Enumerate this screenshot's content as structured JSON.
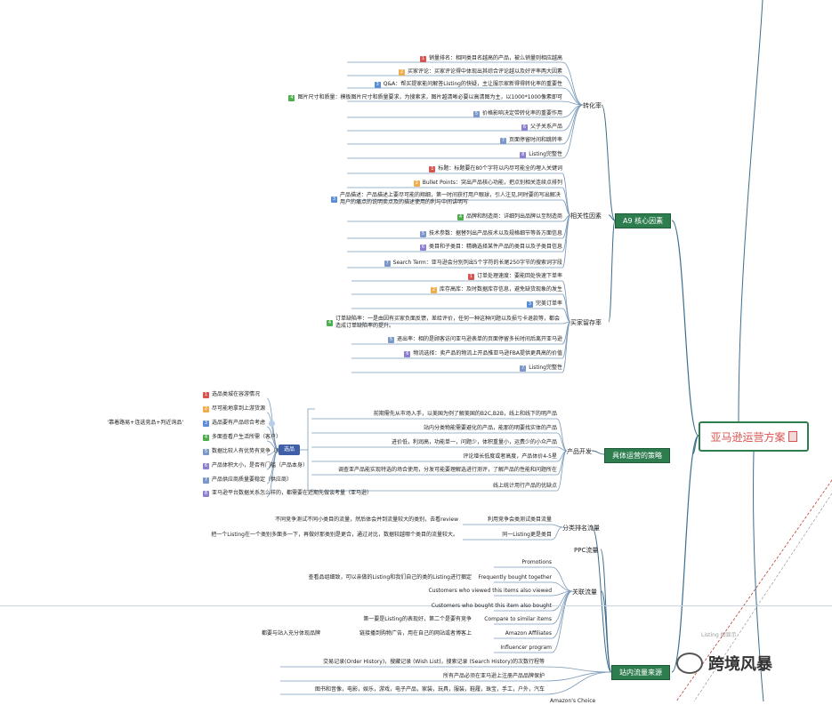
{
  "root": {
    "title": "亚马逊运营方案"
  },
  "branches": {
    "a9": "A9 核心因素",
    "specific": "具体运营的策略",
    "traffic": "站内流量来源"
  },
  "categories": {
    "conversion": "转化率",
    "relevance": "相关性因素",
    "retention": "买家留存率",
    "product_dev": "产品开发",
    "cat_traffic": "分类排名流量",
    "ppc": "PPC流量",
    "related": "关联流量"
  },
  "conversion": [
    {
      "badge": "1",
      "text": "销量排名：相同类目名越高的产品，被么销量则相应越高"
    },
    {
      "badge": "2",
      "text": "买家评论：买家评论得中体现出其综合评论越以及好评率两大因素"
    },
    {
      "badge": "3",
      "text": "Q&A：帮买提家能问解答Listing的快疑，主让服示家新得得转化率的重要性"
    },
    {
      "badge": "4",
      "text": "图片尺寸和质量：模板图片尺寸和质量要求，为搜索求，图片越清晰必要以高清图为主，以1000*1000像素即可"
    },
    {
      "badge": "5",
      "text": "价格影响决定带转化率的重要作用"
    },
    {
      "badge": "6",
      "text": "父子关系产品"
    },
    {
      "badge": "7",
      "text": "页面停留时间和跳转率"
    },
    {
      "badge": "8",
      "text": "Listing完整性"
    }
  ],
  "relevance": [
    {
      "badge": "1",
      "text": "标题：标题要在80个字符以内尽可能全的埋入关键词"
    },
    {
      "badge": "2",
      "text": "Bullet Points：突出产品核心功能，把点别相关连续点排列"
    },
    {
      "badge": "3",
      "text": "产品描述：产品描述上要尽可能的翔细，第一时间获打用户眼球，引人注见,同时要的写出解决用户的痛点的说明卖点及的描述使用的利与中间讲明写"
    },
    {
      "badge": "4",
      "text": "品牌和制造商：详细列出品牌以至制造商"
    },
    {
      "badge": "5",
      "text": "技术参数：据替列出产品技术以及规格细节等各方面信息"
    },
    {
      "badge": "6",
      "text": "类目和子类目：精确选择某件产品的类目以及子类目信息"
    },
    {
      "badge": "7",
      "text": "Search Term：亚马逊会分别列出5个字符的长尾250字节的搜索词字段"
    }
  ],
  "retention": [
    {
      "badge": "1",
      "text": "订单处理速度：要能回处快速下单率"
    },
    {
      "badge": "2",
      "text": "库存高库：及时数据库存信息，避免缺货现象的发生"
    },
    {
      "badge": "3",
      "text": "完美订单率"
    },
    {
      "badge": "4",
      "text": "订单缺陷率：一是由因有买家负面反馈，差给评价，任何一种这种问题以及损亏卡退款等，都会造成订单缺陷率的提升。"
    },
    {
      "badge": "5",
      "text": "退出率：相的是顾客访问亚马逊表单的页面停留多长时间后离开亚马逊"
    },
    {
      "badge": "6",
      "text": "物流选择：卖产品的物流上开品推亚马逊FBA提供更具高的价值"
    },
    {
      "badge": "7",
      "text": "Listing完整性"
    }
  ],
  "left_factors": [
    {
      "badge": "1",
      "text": "选品类城在容游情况"
    },
    {
      "badge": "2",
      "text": "尽可能地拿到上游货源"
    },
    {
      "badge": "3",
      "text": "选品要有产品综合考虑"
    },
    {
      "badge": "4",
      "text": "多面查看户生活所需（客户）"
    },
    {
      "badge": "5",
      "text": "数据比较人有优势有竞争（竞争对手）"
    },
    {
      "badge": "6",
      "text": "产品体积大小，是否有门槛（产品本身）"
    },
    {
      "badge": "7",
      "text": "产品供应商质量要稳定（供应商）"
    },
    {
      "badge": "8",
      "text": "亚马逊平台数据关系怎么样的，都需要在近期先做谈考量（亚马逊）"
    }
  ],
  "left_note": "'靠着路易+连选竞品+判近询品'",
  "left_label": "选品",
  "product_dev": [
    "前期需先从市场入手，以美国为例了解美国的B2C,B2B，线上和线下的明产品",
    "站内分类物能需要避化的产品，能那的明要找实体的产品",
    "进价低，利润高，功能单一，问题少，体积重量小，运费少的小众产品",
    "评论增长低度或者高度，产品体价4-5星",
    "调查亚产品能实现特选的场合使用，分发可能要理解选进行测评，了解产品的性能和问题所在",
    "线上统计用行产品的优缺点"
  ],
  "cat_traffic": [
    {
      "text": "利用竞争会类测试类目流量",
      "note": "不同竞争测试不同小类目的流量，然后体会并到流量较大的类别，去看review"
    },
    {
      "text": "同一Listing更是类目",
      "note": "把一个Listing在一个类别多面多一下，再做好那类别是更合，通过对比，数据较越哪个类目的流量较大。"
    }
  ],
  "related": [
    {
      "text": "Promotions",
      "note": ""
    },
    {
      "text": "Frequently bought together",
      "note": "查看品组细致，可以亲做的Listing和我们自己的类的Listing进行捆定"
    },
    {
      "text": "Customers who viewed this items also viewed",
      "note": ""
    },
    {
      "text": "Customers who bought this item also bought",
      "note": ""
    },
    {
      "text": "Compare to similar items",
      "note": "第一要是Listing的表现好，第二个是要有竞争"
    },
    {
      "text": "Amazon Affiliates",
      "note": "链接播到购物广告，用在自己的网站或者博客上",
      "note2": "都要与站入充分体现品牌"
    },
    {
      "text": "Influencer program",
      "note": ""
    }
  ],
  "bottom_notes": [
    "交易记录(Order History)，搜藏记录 (Wish List)，搜索记录 (Search History)的次数行程等",
    "所有产品必须在亚马逊上注册产品品牌保护",
    "图书和音像，电影，娱乐，游戏，电子产品，家装，玩具，服装，鞋履，珠宝，手工，户外，汽车"
  ],
  "bottom_cut": "Amazon's Choice",
  "watermark": "跨境风暴",
  "watermark_small": "Listing 如显示"
}
